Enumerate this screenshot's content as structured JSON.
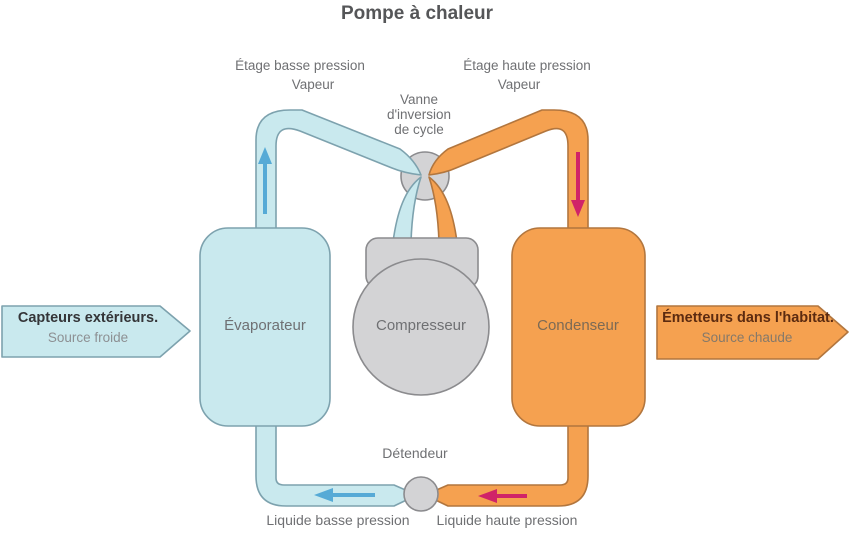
{
  "title": "Pompe à chaleur",
  "top_labels": {
    "low_pressure_stage": {
      "line1": "Étage basse pression",
      "line2": "Vapeur"
    },
    "high_pressure_stage": {
      "line1": "Étage haute pression",
      "line2": "Vapeur"
    },
    "inversion_valve": {
      "line1": "Vanne",
      "line2": "d'inversion",
      "line3": "de cycle"
    }
  },
  "components": {
    "evaporator": "Évaporateur",
    "compressor": "Compresseur",
    "condenser": "Condenseur",
    "expansion_valve": "Détendeur"
  },
  "bottom_labels": {
    "liquid_low": "Liquide basse pression",
    "liquid_high": "Liquide haute pression"
  },
  "banners": {
    "left": {
      "line1": "Capteurs extérieurs.",
      "line2": "Source froide"
    },
    "right": {
      "line1": "Émetteurs dans l'habitat.",
      "line2": "Source chaude"
    }
  },
  "colors": {
    "cold_fill": "#c9e9ee",
    "cold_border": "#7da2ae",
    "cold_arrow": "#56aad6",
    "hot_fill": "#f5a150",
    "hot_border": "#b2763e",
    "hot_arrow": "#d02368",
    "gray_fill": "#d3d3d5",
    "gray_border": "#8b8b8e",
    "title_text": "#555658",
    "label_text": "#6f7073",
    "cold_banner_text": "#343538",
    "cold_banner_subtext": "#8d9093",
    "hot_banner_text": "#5c2b10",
    "hot_banner_subtext": "#85796a",
    "condenser_text": "#7c6a55"
  }
}
